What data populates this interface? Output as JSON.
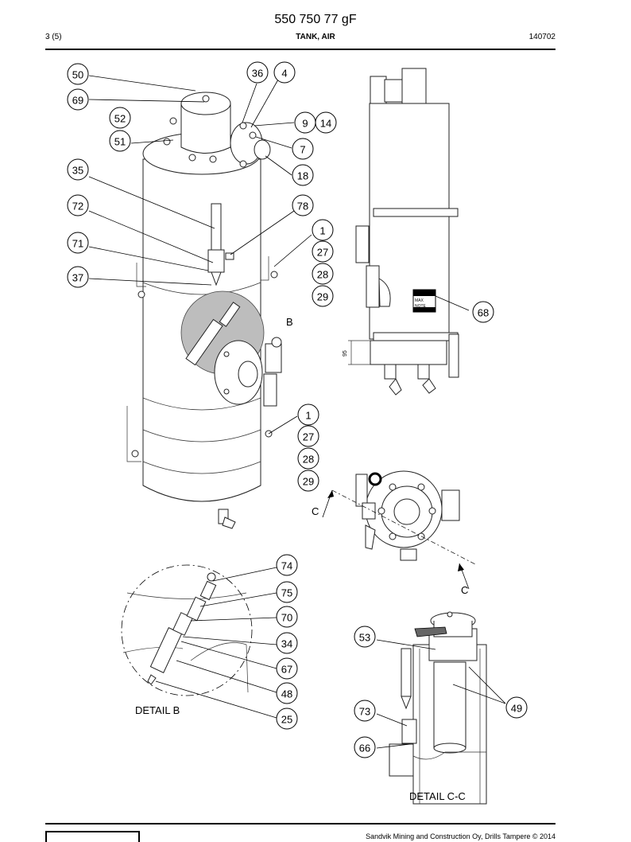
{
  "header": {
    "title": "550 750 77 gF",
    "page": "3 (5)",
    "subtitle": "TANK, AIR",
    "code": "140702"
  },
  "labels": {
    "b": "B",
    "c1": "C",
    "c2": "C",
    "detail_b": "DETAIL B",
    "detail_cc": "DETAIL C-C",
    "dim": "95",
    "plate_max": "MAX",
    "plate_note": "NOTE"
  },
  "callouts": [
    "50",
    "69",
    "52",
    "51",
    "36",
    "4",
    "9",
    "14",
    "7",
    "18",
    "35",
    "72",
    "78",
    "1",
    "27",
    "28",
    "29",
    "71",
    "37",
    "68",
    "1",
    "27",
    "28",
    "29",
    "74",
    "75",
    "70",
    "34",
    "67",
    "48",
    "25",
    "53",
    "49",
    "73",
    "66"
  ],
  "footer": {
    "copyright": "Sandvik Mining and Construction Oy, Drills Tampere © 2014"
  }
}
